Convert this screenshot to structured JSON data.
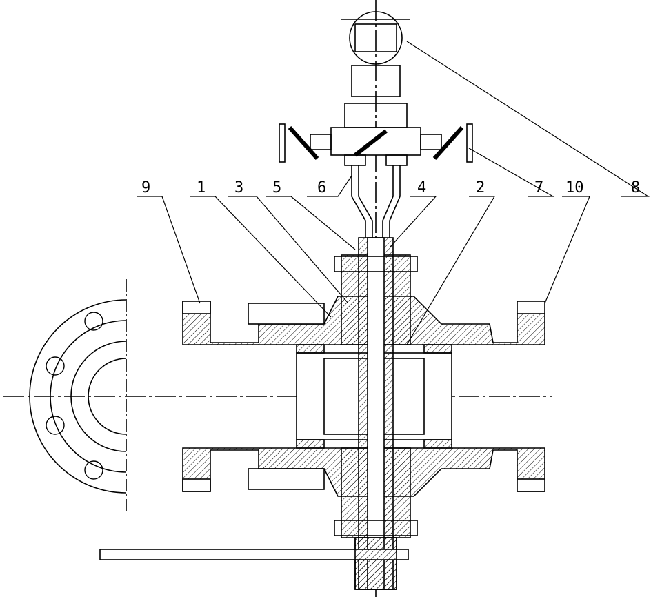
{
  "title": "Ball valve assembly cross-section drawing",
  "part_labels": [
    {
      "id": "9",
      "text": "9"
    },
    {
      "id": "1",
      "text": "1"
    },
    {
      "id": "3",
      "text": "3"
    },
    {
      "id": "5",
      "text": "5"
    },
    {
      "id": "6",
      "text": "6"
    },
    {
      "id": "4",
      "text": "4"
    },
    {
      "id": "2",
      "text": "2"
    },
    {
      "id": "7",
      "text": "7"
    },
    {
      "id": "10",
      "text": "10"
    },
    {
      "id": "8",
      "text": "8"
    }
  ],
  "colors": {
    "line": "#000000",
    "background": "#ffffff"
  }
}
